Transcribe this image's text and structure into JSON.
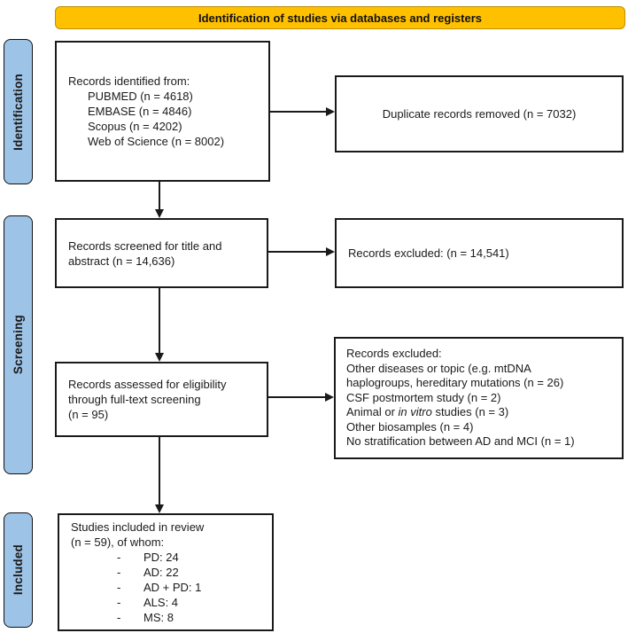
{
  "colors": {
    "banner_bg": "#FFC000",
    "banner_border": "#BF9000",
    "stage_bg": "#9DC3E6",
    "box_border": "#1A1A1A",
    "text": "#1A1A1A"
  },
  "banner": {
    "title": "Identification of studies via databases and registers"
  },
  "stages": [
    {
      "label": "Identification"
    },
    {
      "label": "Screening"
    },
    {
      "label": "Included"
    }
  ],
  "boxes": {
    "identified": {
      "intro": "Records identified from:",
      "sources": [
        "PUBMED (n = 4618)",
        "EMBASE (n = 4846)",
        "Scopus (n = 4202)",
        "Web of Science (n = 8002)"
      ]
    },
    "duplicates_removed": {
      "text": "Duplicate records removed (n = 7032)"
    },
    "screened": {
      "text": "Records screened for title and\nabstract (n = 14,636)"
    },
    "excluded_screening": {
      "text": "Records excluded: (n = 14,541)"
    },
    "assessed": {
      "text": "Records assessed for eligibility\nthrough full-text screening\n(n = 95)"
    },
    "excluded_fulltext": {
      "title": "Records excluded:",
      "reason_diseases": "Other diseases or topic (e.g. mtDNA\nhaplogroups, hereditary mutations (n = 26)",
      "reason_csf": "CSF postmortem study (n = 2)",
      "reason_animal_prefix": "Animal or ",
      "reason_animal_italic": "in vitro",
      "reason_animal_suffix": " studies (n = 3)",
      "reason_biosamples": "Other biosamples (n = 4)",
      "reason_stratification": "No stratification between AD and MCI (n = 1)"
    },
    "included": {
      "intro": "Studies included in review\n(n = 59), of whom:",
      "bullet": "-",
      "items": [
        "PD: 24",
        "AD: 22",
        "AD + PD: 1",
        "ALS: 4",
        "MS: 8"
      ]
    }
  }
}
